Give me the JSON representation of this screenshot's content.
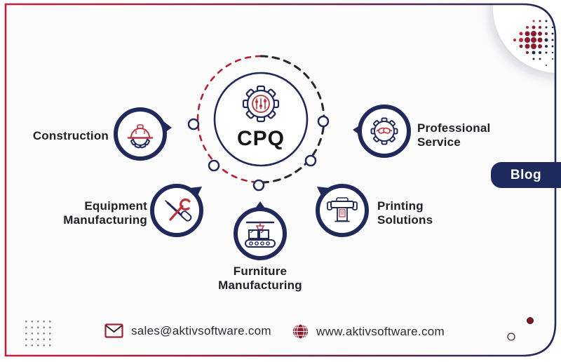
{
  "palette": {
    "accent_red": "#b51f31",
    "accent_maroon": "#8c1a2d",
    "accent_navy": "#20295a",
    "dash_dark": "#26262e",
    "tab_navy": "#1e2a5e",
    "ink": "#1f2024"
  },
  "center": {
    "label": "CPQ",
    "icon": "gear-sliders-icon"
  },
  "industries": [
    {
      "id": "construction",
      "line1": "Construction",
      "line2": "",
      "icon": "hard-hat-icon"
    },
    {
      "id": "professional-service",
      "line1": "Professional",
      "line2": "Service",
      "icon": "gear-handshake-icon"
    },
    {
      "id": "equipment-manufacturing",
      "line1": "Equipment",
      "line2": "Manufacturing",
      "icon": "wrench-screwdriver-icon"
    },
    {
      "id": "printing-solutions",
      "line1": "Printing",
      "line2": "Solutions",
      "icon": "plotter-printer-icon"
    },
    {
      "id": "furniture-manufacturing",
      "line1": "Furniture",
      "line2": "Manufacturing",
      "icon": "conveyor-belt-icon"
    }
  ],
  "blog_tab": {
    "label": "Blog"
  },
  "footer": {
    "email": "sales@aktivsoftware.com",
    "email_icon": "envelope-icon",
    "website": "www.aktivsoftware.com",
    "website_icon": "globe-icon"
  },
  "decorations": [
    "dots-arrow-decoration",
    "dots-grid-decoration",
    "corner-dots-decoration",
    "card-frame-gradient-border"
  ]
}
